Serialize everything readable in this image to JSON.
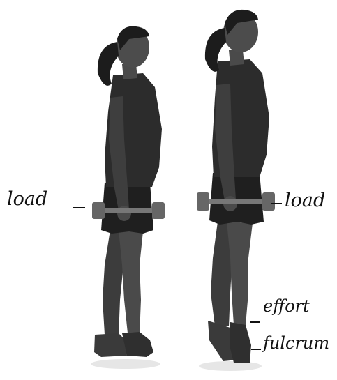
{
  "figure": {
    "labels": {
      "load_left": "load",
      "load_right": "load",
      "effort": "effort",
      "fulcrum": "fulcrum"
    },
    "colors": {
      "background": "#ffffff",
      "skin": "#4a4a4a",
      "clothing": "#262626",
      "hair": "#1c1c1c",
      "dumbbell": "#777777",
      "shoe": "#3a3a3a",
      "ink": "#111111"
    }
  }
}
